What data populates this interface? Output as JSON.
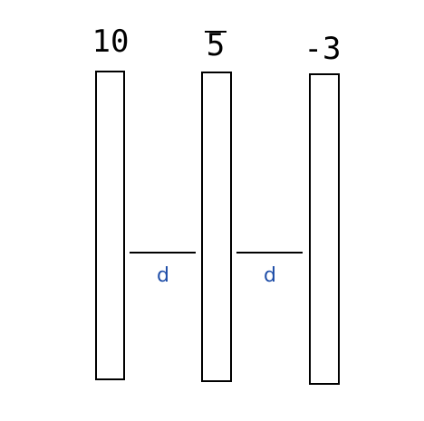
{
  "plates": [
    {
      "label": "10"
    },
    {
      "label": "5"
    },
    {
      "label": "-3"
    }
  ],
  "gaps": [
    {
      "label": "d"
    },
    {
      "label": "d"
    }
  ],
  "colors": {
    "stroke": "#000000",
    "gap_label": "#1f4ea8",
    "background": "#ffffff"
  }
}
